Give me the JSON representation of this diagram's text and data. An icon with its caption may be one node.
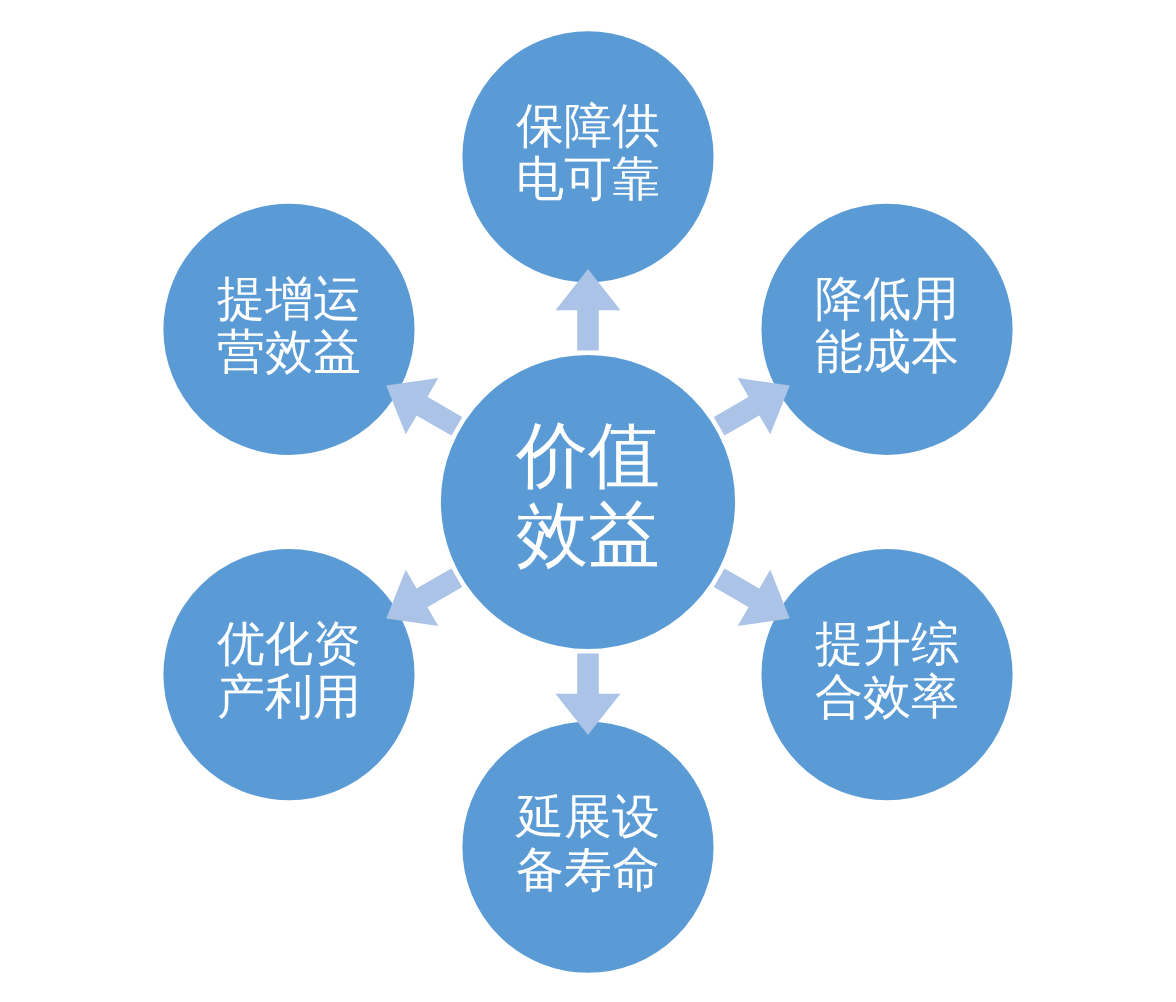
{
  "diagram": {
    "nodes": [
      {
        "text": [
          "保障供电可靠"
        ]
      },
      {
        "text": [
          "提增运营效益"
        ]
      },
      {
        "text": [
          "降低用能成本"
        ]
      },
      {
        "text": [
          "价值效益"
        ]
      },
      {
        "text": [
          "优化资产利用"
        ]
      },
      {
        "text": [
          "提升综合效率"
        ]
      },
      {
        "text": [
          "延展设备寿命"
        ]
      }
    ],
    "edges": [
      {
        "from": 3,
        "to": 0,
        "arrow": "to"
      },
      {
        "from": 3,
        "to": 2,
        "arrow": "to"
      },
      {
        "from": 3,
        "to": 5,
        "arrow": "to"
      },
      {
        "from": 3,
        "to": 6,
        "arrow": "to"
      },
      {
        "from": 3,
        "to": 4,
        "arrow": "to"
      },
      {
        "from": 3,
        "to": 1,
        "arrow": "to"
      }
    ]
  }
}
